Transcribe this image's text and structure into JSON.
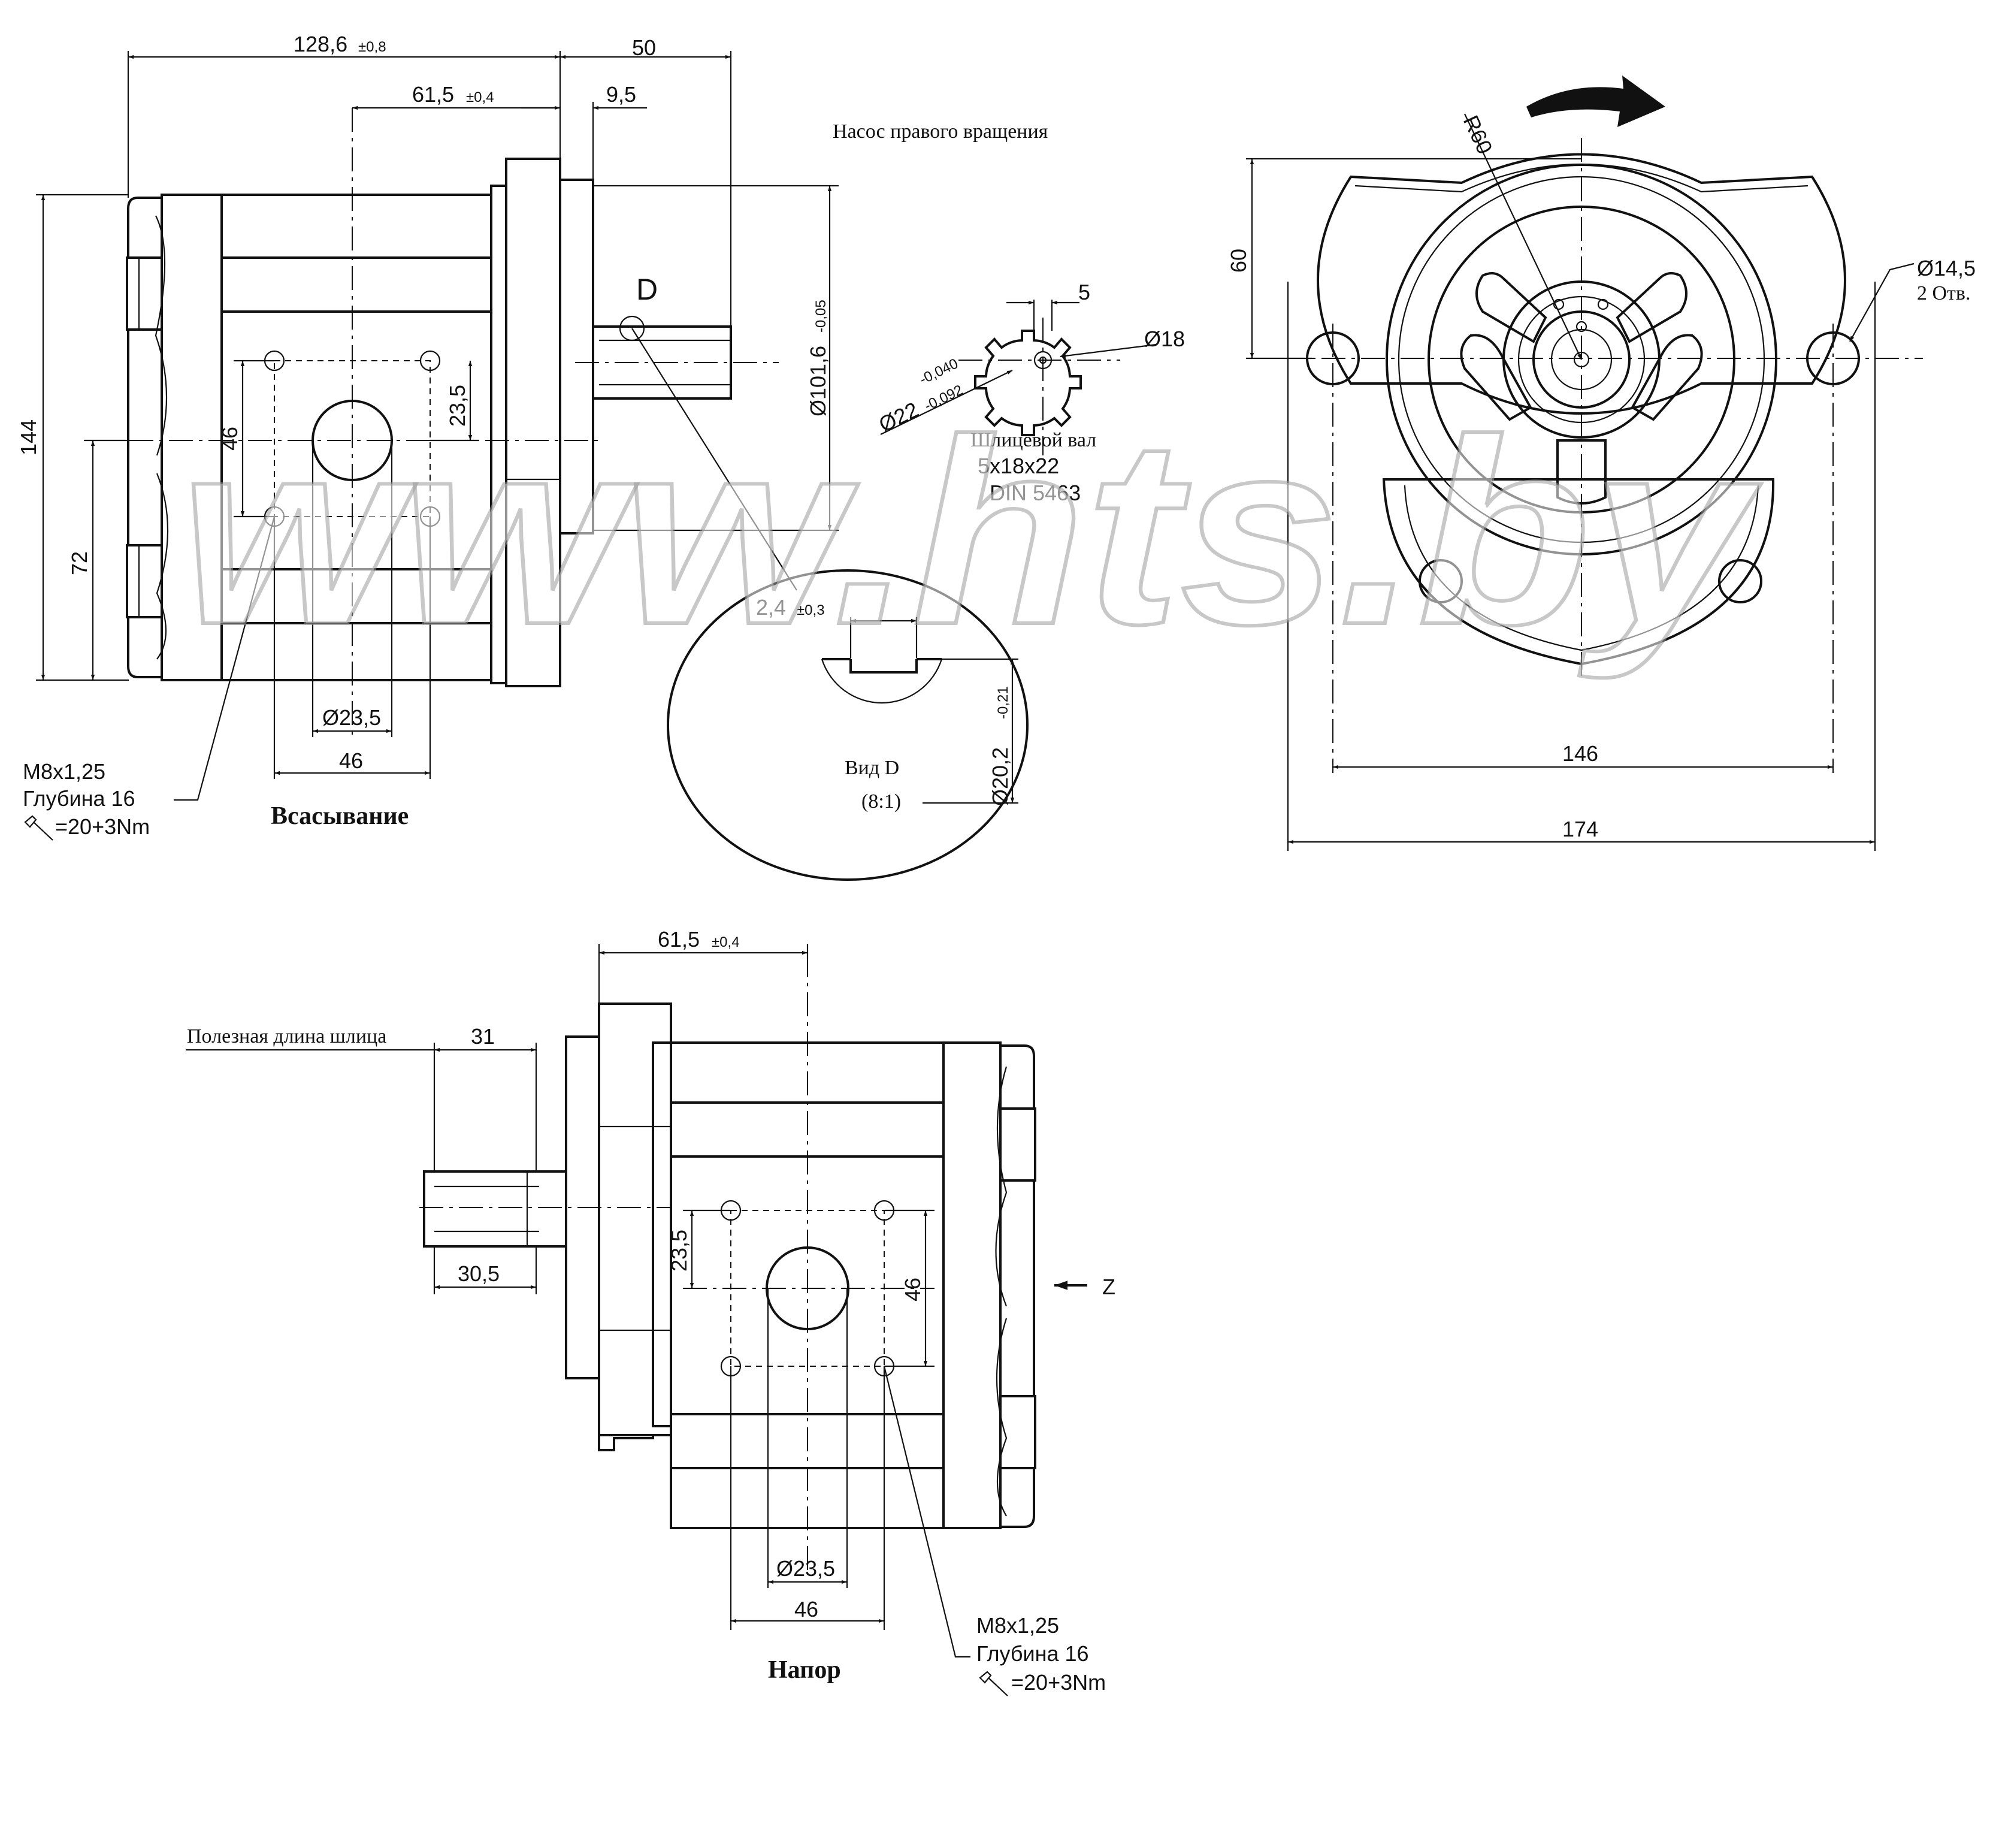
{
  "watermark": "www.hts.by",
  "rotation_note": "Насос правого вращения",
  "side_view": {
    "dim_overall": "128,6",
    "dim_overall_tol": "±0,8",
    "dim_port_offset": "61,5",
    "dim_port_offset_tol": "±0,4",
    "dim_shaft_length": "50",
    "dim_flange": "9,5",
    "dim_height": "144",
    "dim_axis": "72",
    "dim_pilot": "Ø101,6",
    "dim_pilot_tol": "-0,05",
    "dim_bolt_v": "46",
    "dim_bolt_half": "23,5",
    "dim_port_dia": "Ø23,5",
    "dim_bolt_h": "46",
    "view_marker": "D",
    "thread_label": "M8x1,25",
    "depth_label": "Глубина 16",
    "torque_label": "=20+3Nm",
    "port_title": "Всасывание"
  },
  "shaft_section": {
    "dim_key": "5",
    "dim_minor": "Ø18",
    "dim_major": "Ø22",
    "dim_major_tol_top": "-0,040",
    "dim_major_tol_bot": "-0,092",
    "caption_1": "Шлицевой вал",
    "caption_2": "5x18x22",
    "caption_3": "DIN 5463"
  },
  "detail_view": {
    "dim_key": "2,4",
    "dim_key_tol": "±0,3",
    "dim_dia": "Ø20,2",
    "dim_dia_tol": "-0,21",
    "title": "Вид D",
    "scale": "(8:1)"
  },
  "front_view": {
    "dim_radius": "R60",
    "dim_center": "60",
    "dim_holes": "Ø14,5",
    "holes_count": "2 Отв.",
    "dim_hole_span": "146",
    "dim_width": "174"
  },
  "bottom_view": {
    "dim_port_offset": "61,5",
    "dim_port_offset_tol": "±0,4",
    "spline_label": "Полезная длина шлица",
    "dim_spline": "31",
    "dim_shaft": "30,5",
    "dim_bolt_half": "23,5",
    "dim_bolt_v": "46",
    "view_z": "Z",
    "dim_port_dia": "Ø23,5",
    "dim_bolt_h": "46",
    "thread_label": "M8x1,25",
    "depth_label": "Глубина 16",
    "torque_label": "=20+3Nm",
    "port_title": "Напор"
  }
}
